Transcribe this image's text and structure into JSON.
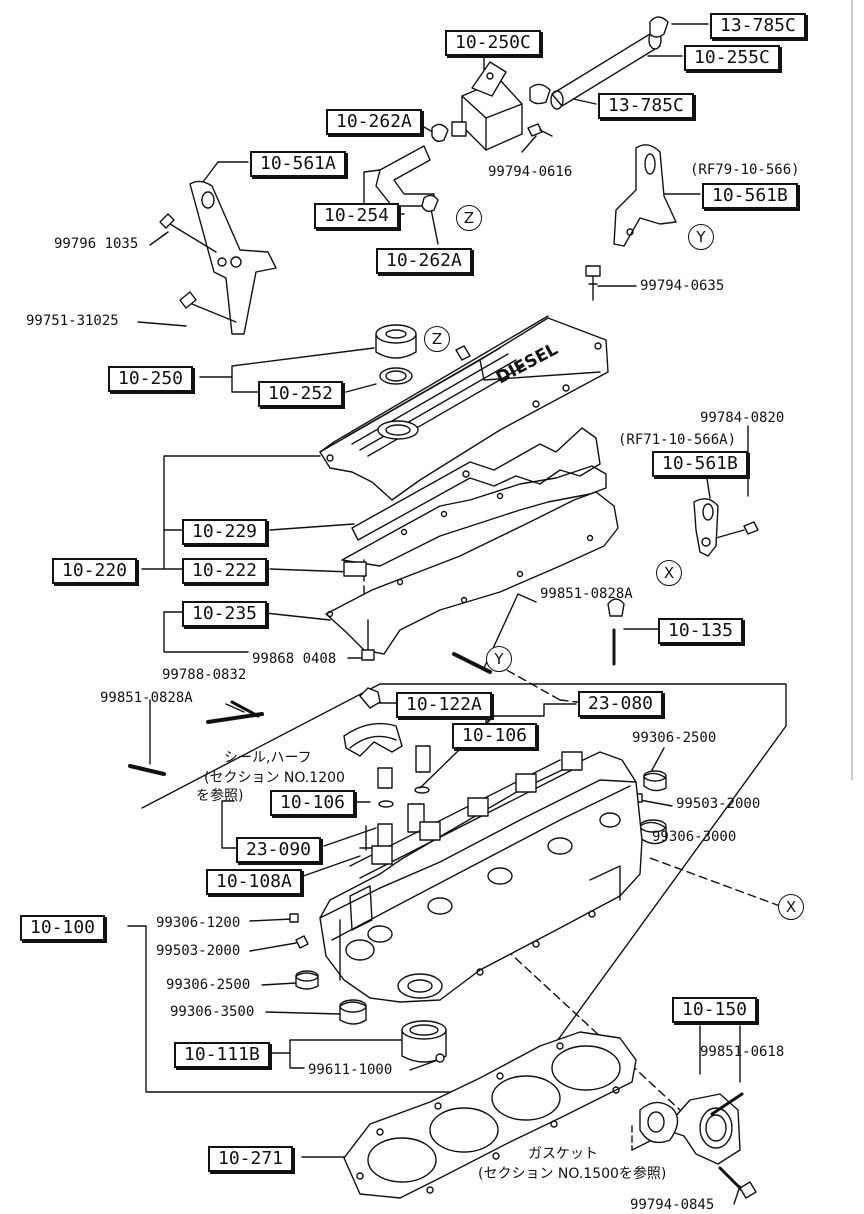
{
  "boxed_labels": {
    "p13_785c_top": "13-785C",
    "p10_250c": "10-250C",
    "p10_255c": "10-255C",
    "p10_262a_upper": "10-262A",
    "p13_785c_mid": "13-785C",
    "p10_561a": "10-561A",
    "p10_254": "10-254",
    "p10_561b_top": "10-561B",
    "p10_262a_lower": "10-262A",
    "p10_250": "10-250",
    "p10_252": "10-252",
    "p10_561b_mid": "10-561B",
    "p10_229": "10-229",
    "p10_220": "10-220",
    "p10_222": "10-222",
    "p10_235": "10-235",
    "p10_135": "10-135",
    "p10_122a": "10-122A",
    "p23_080": "23-080",
    "p10_106_upper": "10-106",
    "p10_106_lower": "10-106",
    "p23_090": "23-090",
    "p10_108a": "10-108A",
    "p10_100": "10-100",
    "p10_111b": "10-111B",
    "p10_150": "10-150",
    "p10_271": "10-271"
  },
  "plain_labels": {
    "p99794_0616": "99794-0616",
    "rf79_ref": "(RF79-10-566)",
    "p99796_1035": "99796 1035",
    "p99794_0635": "99794-0635",
    "p99751_31025": "99751-31025",
    "p99784_0820": "99784-0820",
    "rf71_ref": "(RF71-10-566A)",
    "p99851_0828a_right": "99851-0828A",
    "p99868_0408": "99868 0408",
    "p99788_0832": "99788-0832",
    "p99851_0828a_left": "99851-0828A",
    "p99306_2500_right": "99306-2500",
    "p99503_2000_right": "99503-2000",
    "p99306_3000": "99306-3000",
    "p99306_1200": "99306-1200",
    "p99503_2000_left": "99503-2000",
    "p99306_2500_left": "99306-2500",
    "p99306_3500": "99306-3500",
    "p99611_1000": "99611-1000",
    "p99851_0618": "99851-0618",
    "p99794_0845": "99794-0845"
  },
  "notes": {
    "seal_half_line1": "シール,ハーフ",
    "seal_half_line2": "(セクション NO.1200",
    "seal_half_line3": "を参照)",
    "gasket_line1": "ガスケット",
    "gasket_line2": "(セクション NO.1500を参照)"
  },
  "markers": {
    "z_upper": "Z",
    "y_upper": "Y",
    "z_cover": "Z",
    "x_right": "X",
    "y_mid": "Y",
    "x_lower": "X"
  },
  "cover_text": "DIESEL",
  "colors": {
    "ink": "#111111",
    "paper": "#ffffff"
  }
}
